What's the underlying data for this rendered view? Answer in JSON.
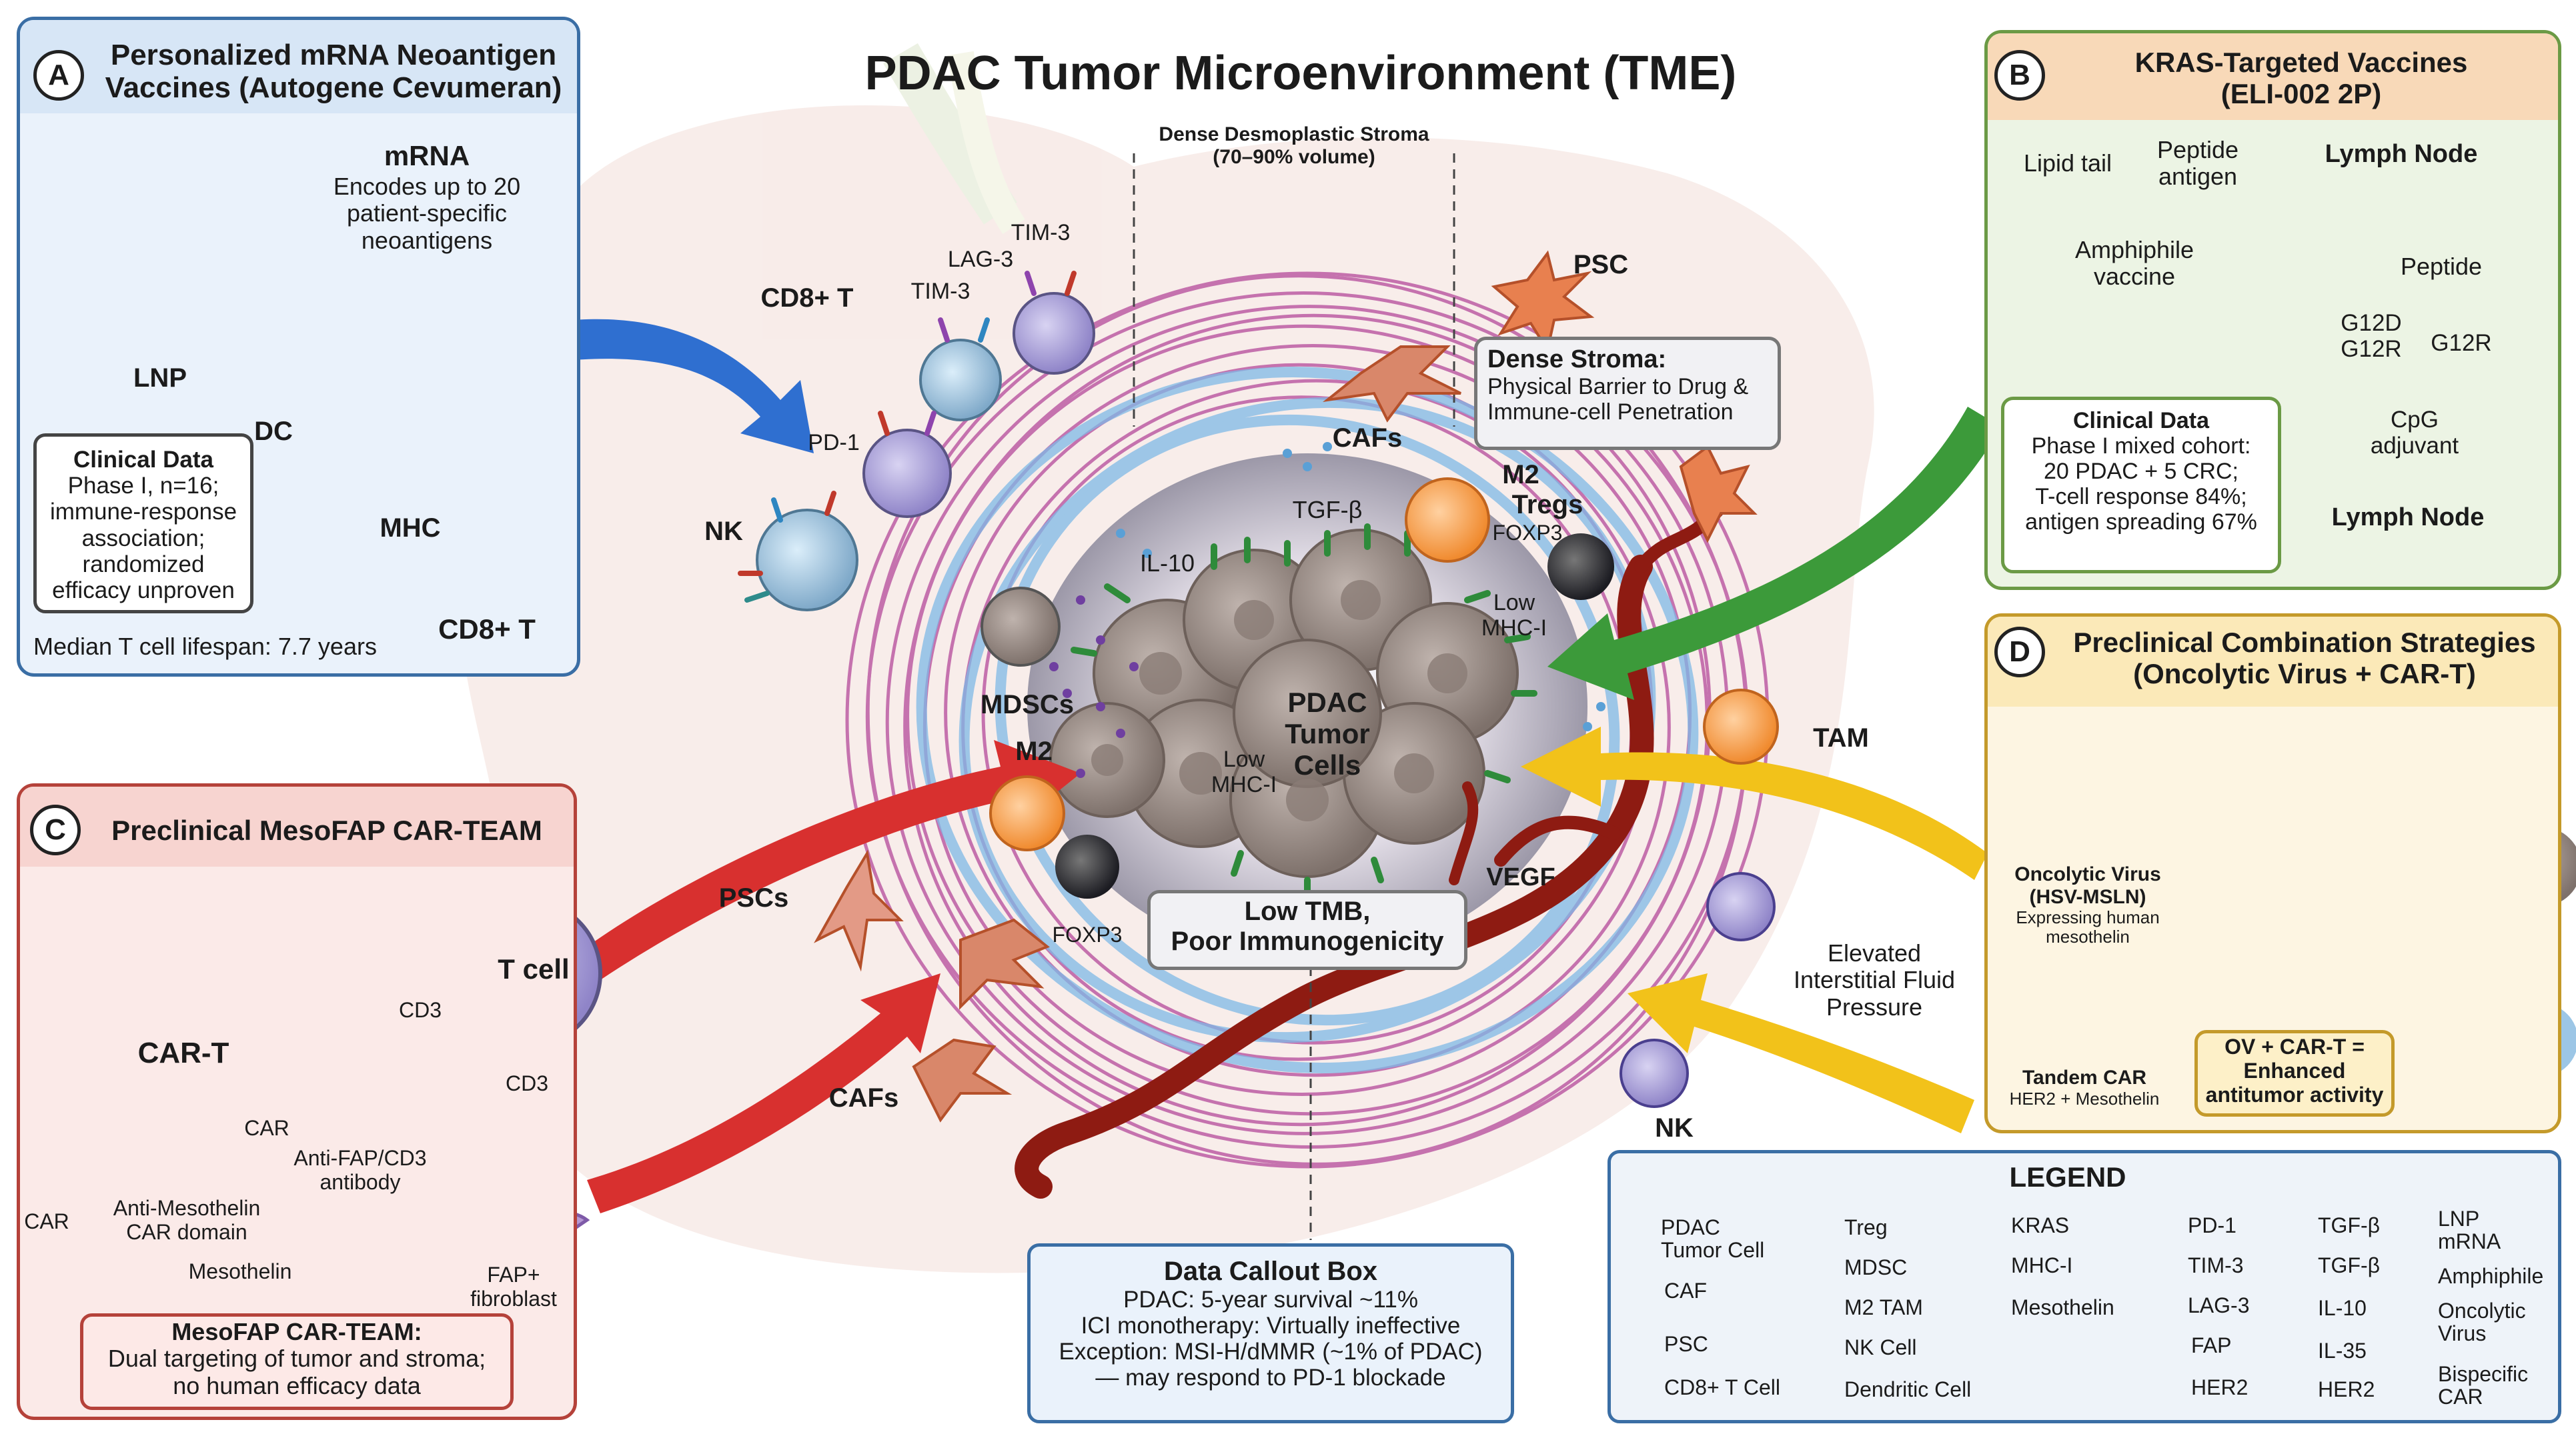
{
  "title": "PDAC Tumor Microenvironment (TME)",
  "center": {
    "stroma_header_1": "Dense Desmoplastic Stroma",
    "stroma_header_2": "(70–90% volume)",
    "dense_stroma_title": "Dense Stroma:",
    "dense_stroma_line1": "Physical Barrier to Drug &",
    "dense_stroma_line2": "Immune-cell Penetration",
    "tumor_l1": "PDAC",
    "tumor_l2": "Tumor",
    "tumor_l3": "Cells",
    "low_mhc": "Low",
    "low_mhc2": "MHC-I",
    "low_mhc_r": "Low",
    "low_mhc_r2": "MHC-I",
    "tgfb": "TGF-β",
    "il10": "IL-10",
    "cd8t": "CD8+ T",
    "tim3a": "TIM-3",
    "lag3": "LAG-3",
    "tim3b": "TIM-3",
    "pd1": "PD-1",
    "nk_left": "NK",
    "psc_top": "PSC",
    "cafs_top": "CAFs",
    "m2_top": "M2",
    "tregs": "Tregs",
    "foxp3_top": "FOXP3",
    "mdscs": "MDSCs",
    "m2_left": "M2",
    "tam": "TAM",
    "pscs_left": "PSCs",
    "foxp3_bottom": "FOXP3",
    "cafs_left": "CAFs",
    "vegf": "VEGF",
    "tmb_1": "Low TMB,",
    "tmb_2": "Poor Immunogenicity",
    "elevated_1": "Elevated",
    "elevated_2": "Interstitial Fluid",
    "elevated_3": "Pressure",
    "nk_bottom": "NK"
  },
  "panel_a": {
    "badge": "A",
    "title_1": "Personalized mRNA Neoantigen",
    "title_2": "Vaccines (Autogene Cevumeran)",
    "mrna": "mRNA",
    "mrna_1": "Encodes up to 20",
    "mrna_2": "patient-specific",
    "mrna_3": "neoantigens",
    "lnp": "LNP",
    "dc": "DC",
    "mhc": "MHC",
    "cd8": "CD8+ T",
    "clinical_title": "Clinical Data",
    "clinical_1": "Phase I, n=16;",
    "clinical_2": "immune-response",
    "clinical_3": "association;",
    "clinical_4": "randomized",
    "clinical_5": "efficacy unproven",
    "median": "Median T cell lifespan: 7.7 years"
  },
  "panel_b": {
    "badge": "B",
    "title_1": "KRAS-Targeted Vaccines",
    "title_2": "(ELI-002 2P)",
    "lipid": "Lipid tail",
    "peptide_antigen_1": "Peptide",
    "peptide_antigen_2": "antigen",
    "amph_1": "Amphiphile",
    "amph_2": "vaccine",
    "lymph_top": "Lymph Node",
    "peptide": "Peptide",
    "g12d": "G12D",
    "g12r_a": "G12R",
    "g12r_b": "G12R",
    "cpg_1": "CpG",
    "cpg_2": "adjuvant",
    "lymph_bottom": "Lymph Node",
    "clinical_title": "Clinical Data",
    "clinical_1": "Phase I mixed cohort:",
    "clinical_2": "20 PDAC + 5 CRC;",
    "clinical_3": "T-cell response 84%;",
    "clinical_4": "antigen spreading 67%"
  },
  "panel_c": {
    "badge": "C",
    "title": "Preclinical MesoFAP CAR-TEAM",
    "cart": "CAR-T",
    "tcell": "T cell",
    "cd3_a": "CD3",
    "cd3_b": "CD3",
    "car": "CAR",
    "antifap_1": "Anti-FAP/CD3",
    "antifap_2": "antibody",
    "antimeso_1": "Anti-Mesothelin",
    "antimeso_2": "CAR domain",
    "car_left": "CAR",
    "mesothelin": "Mesothelin",
    "fap_1": "FAP+",
    "fap_2": "fibroblast",
    "box_title": "MesoFAP CAR-TEAM:",
    "box_1": "Dual targeting of tumor and stroma;",
    "box_2": "no human efficacy data"
  },
  "panel_d": {
    "badge": "D",
    "title_1": "Preclinical Combination Strategies",
    "title_2": "(Oncolytic Virus + CAR-T)",
    "ov_1": "Oncolytic Virus",
    "ov_2": "(HSV-MSLN)",
    "ov_3": "Expressing human",
    "ov_4": "mesothelin",
    "tandem_1": "Tandem CAR",
    "tandem_2": "HER2 + Mesothelin",
    "combo_1": "OV + CAR-T =",
    "combo_2": "Enhanced",
    "combo_3": "antitumor activity"
  },
  "callout": {
    "title": "Data Callout Box",
    "line1": "PDAC: 5-year survival ~11%",
    "line2": "ICI monotherapy: Virtually ineffective",
    "line3": "Exception: MSI-H/dMMR (~1% of PDAC)",
    "line4": "— may respond to PD-1 blockade"
  },
  "legend": {
    "title": "LEGEND",
    "items": {
      "pdac": "PDAC\nTumor Cell",
      "caf": "CAF",
      "psc": "PSC",
      "cd8": "CD8+ T Cell",
      "treg": "Treg",
      "mdsc": "MDSC",
      "m2": "M2 TAM",
      "nk": "NK Cell",
      "dc": "Dendritic Cell",
      "kras": "KRAS",
      "mhc": "MHC-I",
      "meso": "Mesothelin",
      "pd1": "PD-1",
      "tim3": "TIM-3",
      "lag3": "LAG-3",
      "fap": "FAP",
      "her2": "HER2",
      "tgfb1": "TGF-β",
      "tgfb2": "TGF-β",
      "il10": "IL-10",
      "il35": "IL-35",
      "her2b": "HER2",
      "lnp": "LNP\nmRNA",
      "amph": "Amphiphile",
      "ov": "Oncolytic\nVirus",
      "bispec": "Bispecific\nCAR"
    }
  },
  "colors": {
    "panel_a_bg": "#eaf2fb",
    "panel_b_bg": "#ecf4e4",
    "panel_c_bg": "#fbeae8",
    "panel_d_bg": "#fdf5e2",
    "legend_bg": "#eef3f9",
    "arrow_blue": "#2f6fd0",
    "arrow_green": "#3c9a3a",
    "arrow_red": "#d8302f",
    "arrow_yellow": "#f2c21a",
    "stroma_pink": "#b54a9a",
    "stroma_blue": "#7fb9e6",
    "vessel": "#8e1b12"
  }
}
